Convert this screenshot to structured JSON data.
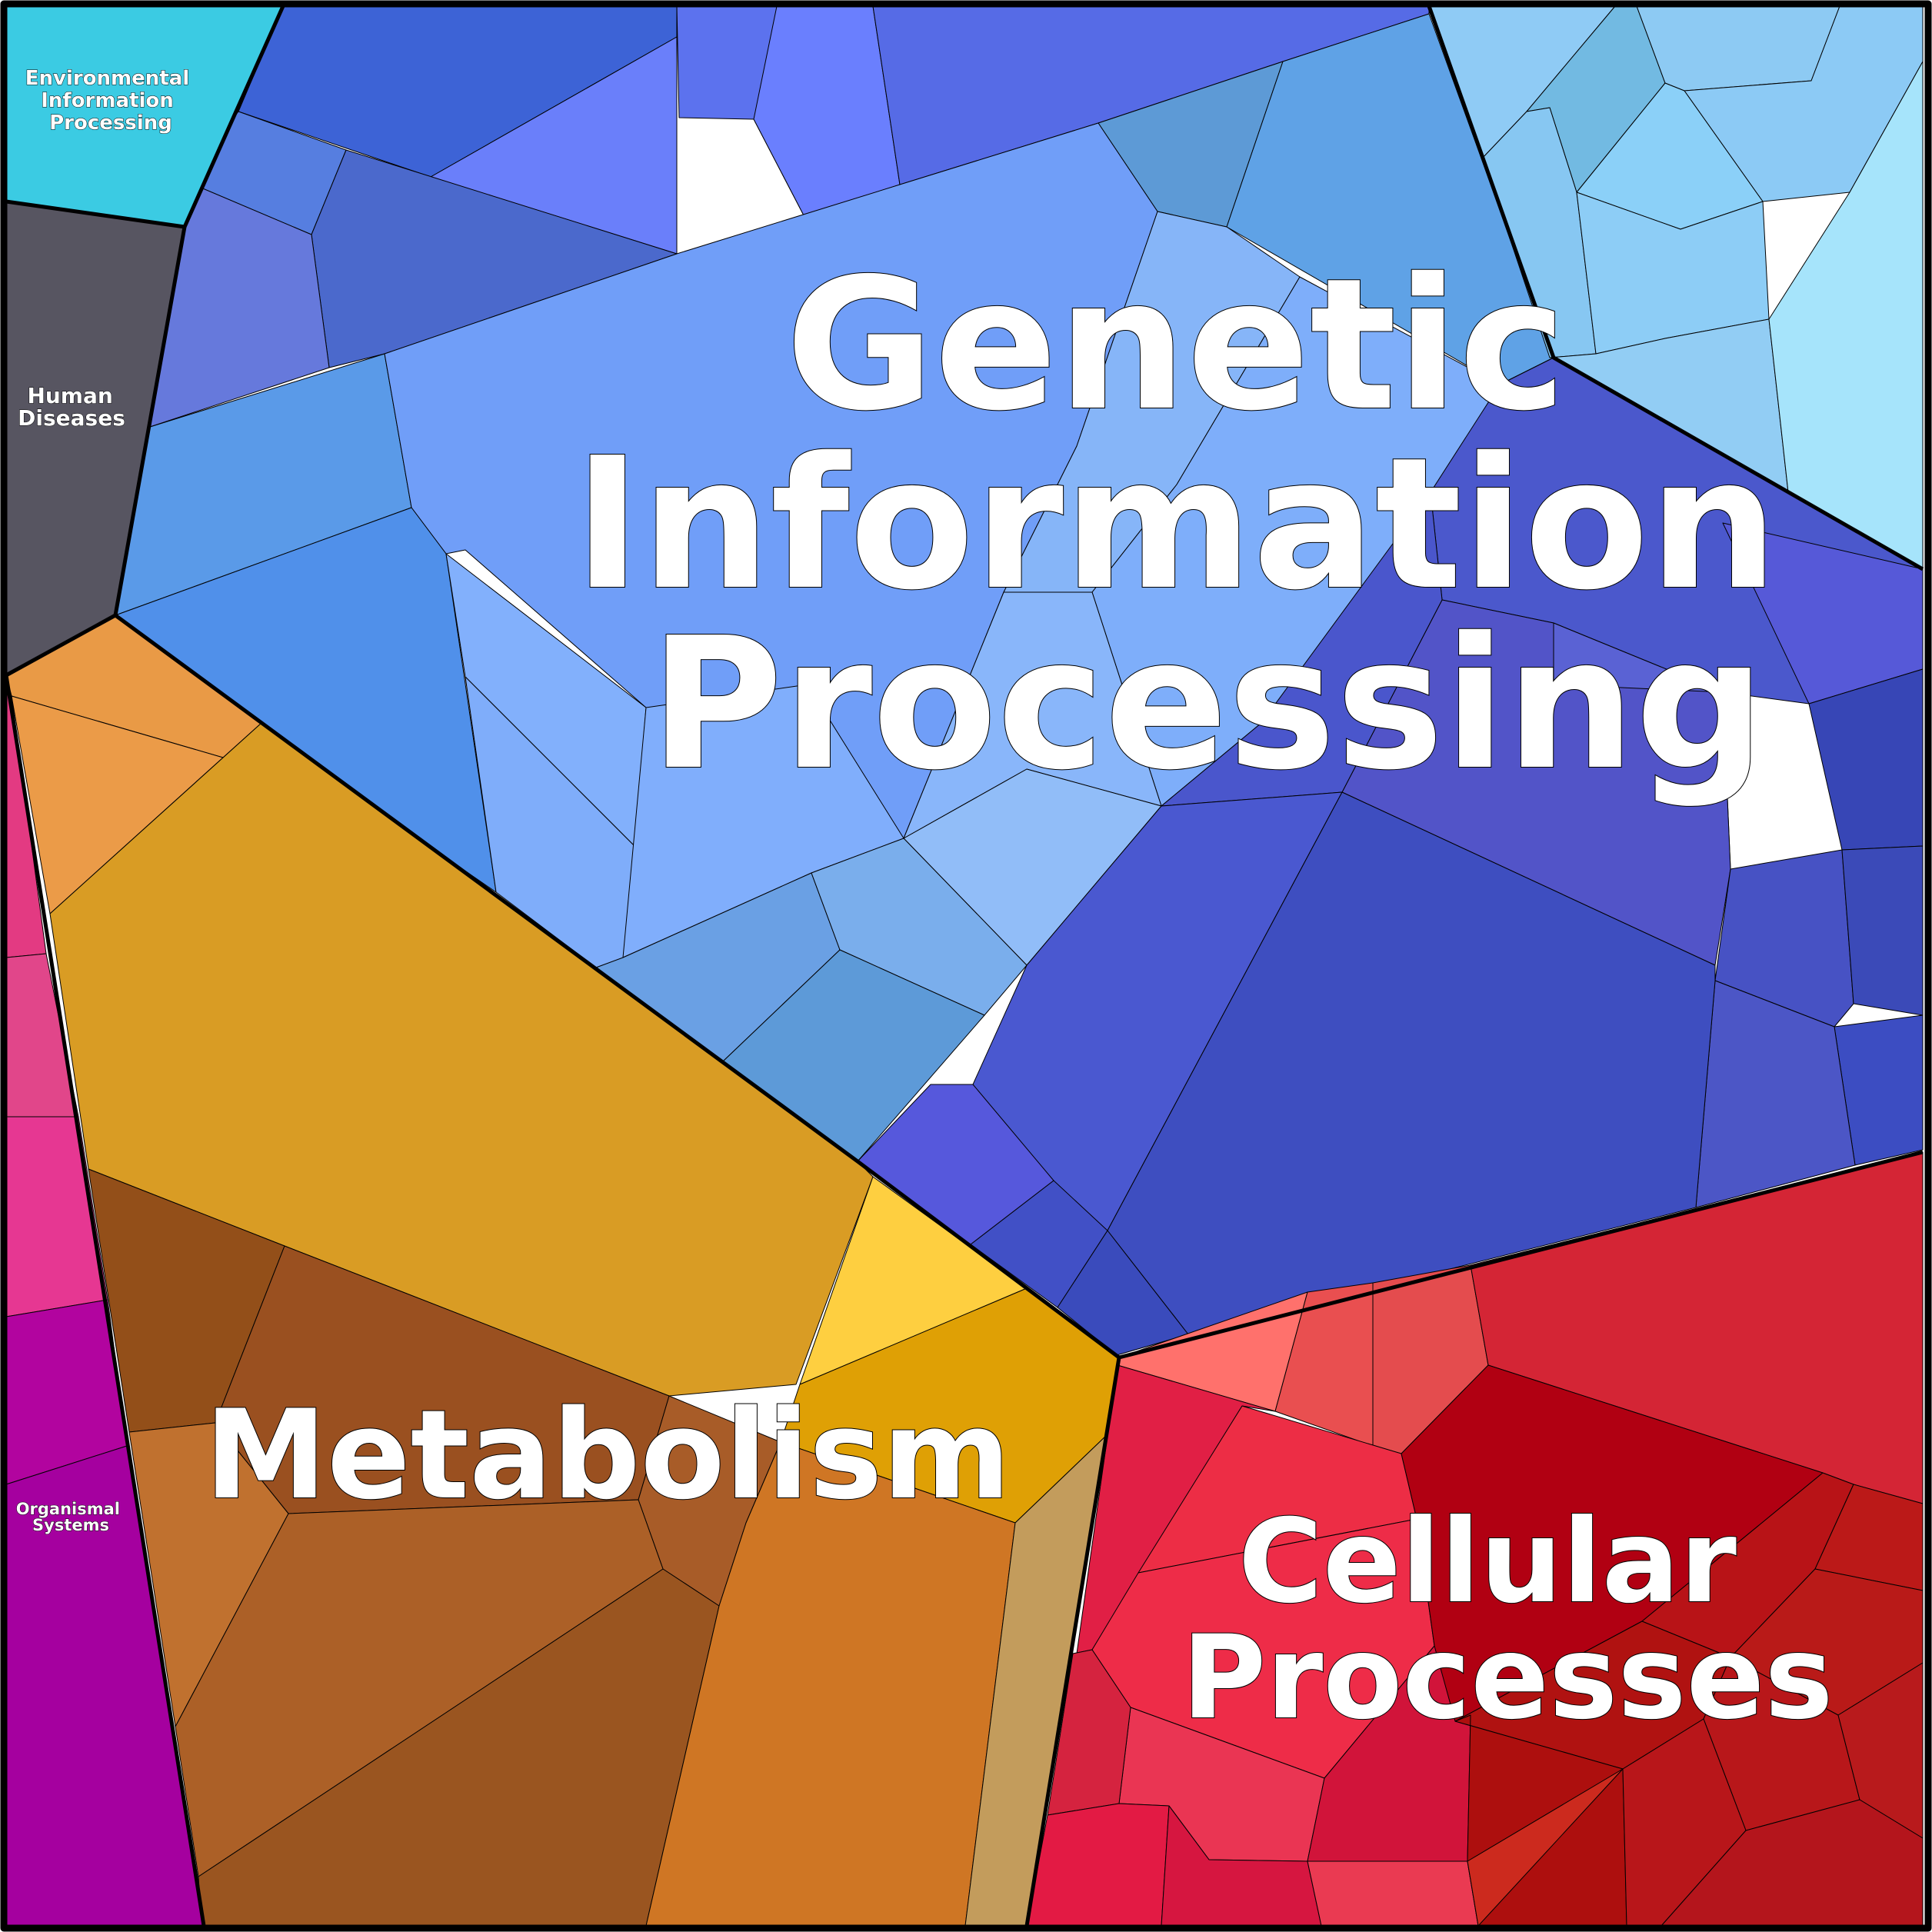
{
  "chart_data": {
    "type": "voronoi-treemap",
    "title": "",
    "categories": [
      {
        "name": "Genetic Information Processing",
        "color": "#6f9ef7"
      },
      {
        "name": "Metabolism",
        "color": "#d99c24"
      },
      {
        "name": "Cellular Processes",
        "color": "#d62436"
      },
      {
        "name": "Human Diseases",
        "color": "#575561"
      },
      {
        "name": "Environmental Information Processing",
        "color": "#3bcbe3"
      },
      {
        "name": "Organismal Systems",
        "color": "#b0069f"
      }
    ],
    "relative_area_order": [
      "Genetic Information Processing",
      "Metabolism",
      "Cellular Processes",
      "Organismal Systems",
      "Human Diseases",
      "Environmental Information Processing"
    ]
  }
}
